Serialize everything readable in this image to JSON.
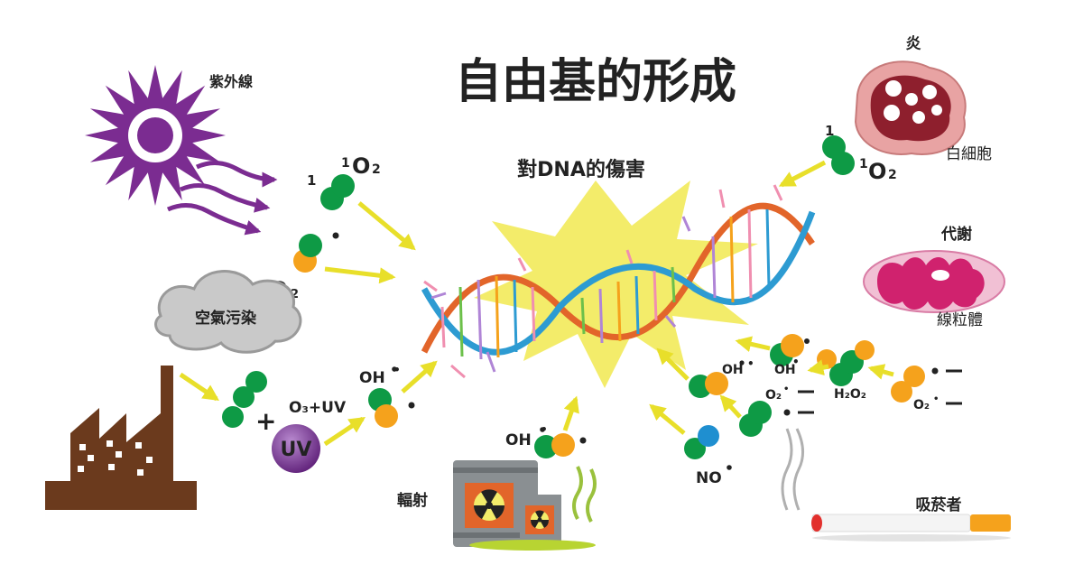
{
  "title": "自由基的形成",
  "center_label": "對DNA的傷害",
  "sources": {
    "uv_rays": "紫外線",
    "air_pollution": "空氣污染",
    "radiation": "輻射",
    "inflammation": "炎",
    "white_blood_cell": "白細胞",
    "metabolism": "代謝",
    "mitochondria": "線粒體",
    "smoker": "吸菸者"
  },
  "molecules": {
    "singlet_oxygen_left_sup": "1",
    "singlet_oxygen_left": "O",
    "singlet_oxygen_left_sub": "2",
    "singlet_oxygen_left_mark": "1",
    "superoxide_left": "O",
    "superoxide_left_sub": "2",
    "uv_badge": "UV",
    "ozone_uv": "O₃+UV",
    "hydroxyl_left": "OH",
    "hydroxyl_radiation": "OH",
    "singlet_oxygen_right_mark": "1",
    "singlet_oxygen_right_sup": "1",
    "singlet_oxygen_right": "O",
    "singlet_oxygen_right_sub": "2",
    "hydroxyl_right_a": "OH",
    "hydroxyl_right_b": "OH",
    "hydrogen_peroxide": "H₂O₂",
    "superoxide_right_a": "O₂",
    "superoxide_right_b": "O₂",
    "nitric_oxide": "NO"
  },
  "colors": {
    "green": "#0e9a45",
    "orange": "#f5a21c",
    "blue": "#1f8fd0",
    "purple": "#7b2c91",
    "arrow_yellow": "#e8df2a",
    "starburst": "#f3ec6a",
    "factory_brown": "#6b3a1d",
    "cloud_gray": "#c9c9c9"
  }
}
